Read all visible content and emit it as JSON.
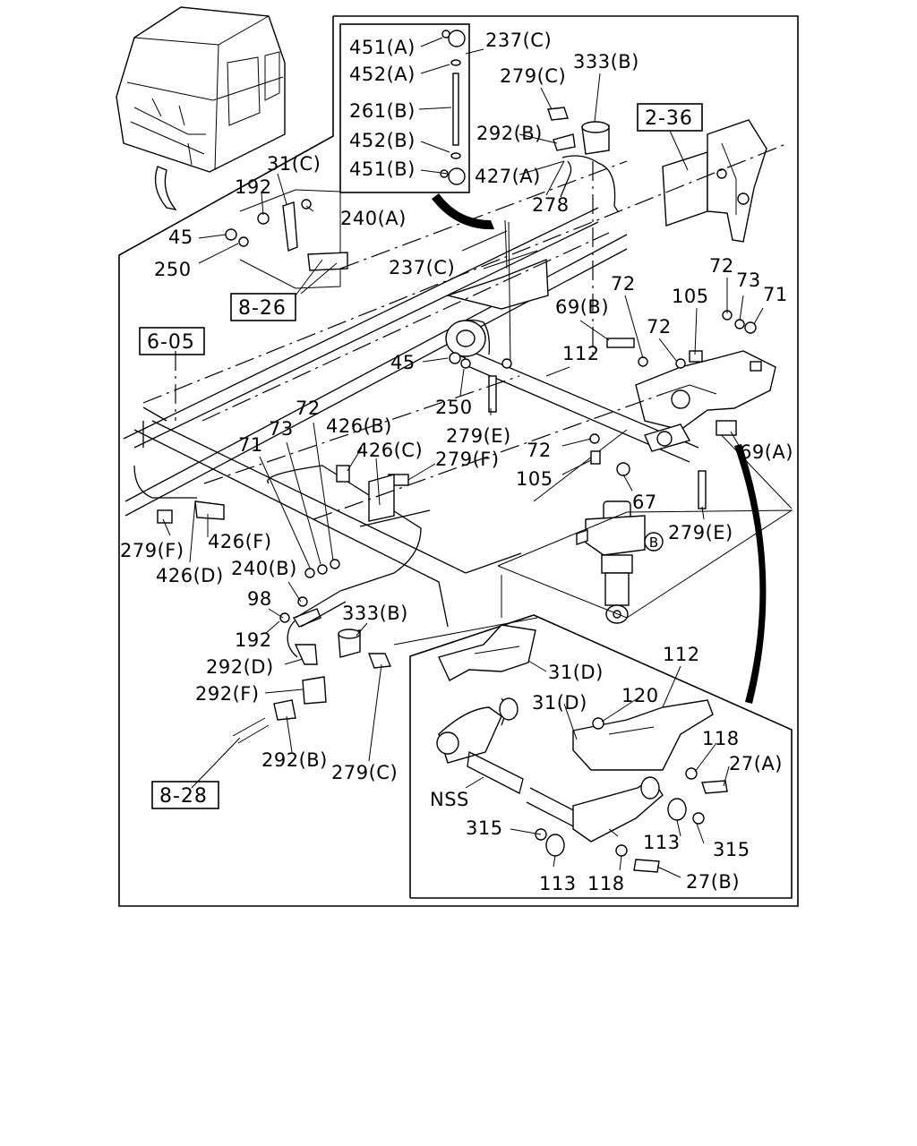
{
  "figure": {
    "labels": {
      "l451A": "451(A)",
      "l452A": "452(A)",
      "l261B": "261(B)",
      "l452B": "452(B)",
      "l451B": "451(B)",
      "l237C_top": "237(C)",
      "l279C_top": "279(C)",
      "l333B_top": "333(B)",
      "l292B_top": "292(B)",
      "l427A": "427(A)",
      "l278": "278",
      "l31C": "31(C)",
      "l192_top": "192",
      "l240A": "240(A)",
      "l45_top": "45",
      "l250_top": "250",
      "l237C_mid": "237(C)",
      "l69B": "69(B)",
      "l72_a": "72",
      "l72_b": "72",
      "l72_c": "72",
      "l105_top": "105",
      "l73_right": "73",
      "l71_right": "71",
      "l112_top": "112",
      "l45_mid": "45",
      "l250_mid": "250",
      "l279E_mid": "279(E)",
      "l72_d": "72",
      "l426B": "426(B)",
      "l73_left": "73",
      "l71_left": "71",
      "l426C": "426(C)",
      "l279F_right": "279(F)",
      "l72_e": "72",
      "l105_mid": "105",
      "l69A": "69(A)",
      "l67": "67",
      "l279E_right": "279(E)",
      "l279F_left": "279(F)",
      "l426F": "426(F)",
      "l426D": "426(D)",
      "l240B": "240(B)",
      "l98": "98",
      "l192_low": "192",
      "l333B_low": "333(B)",
      "l292D": "292(D)",
      "l292F": "292(F)",
      "l292B_low": "292(B)",
      "l279C_low": "279(C)",
      "lB": "B",
      "l112_inset": "112",
      "l31D_a": "31(D)",
      "l31D_b": "31(D)",
      "l120": "120",
      "l118_a": "118",
      "l27A": "27(A)",
      "lNSS": "NSS",
      "l315_a": "315",
      "l113_a": "113",
      "l315_b": "315",
      "l113_b": "113",
      "l118_b": "118",
      "l27B": "27(B)"
    },
    "refs": {
      "r2_36": "2-36",
      "r8_26": "8-26",
      "r6_05": "6-05",
      "r8_28": "8-28"
    }
  }
}
